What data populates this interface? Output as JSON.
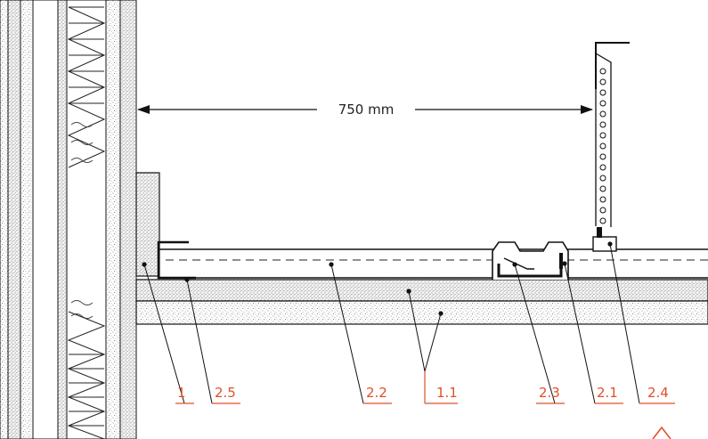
{
  "dimension": {
    "label": "750 mm"
  },
  "callouts": [
    {
      "id": "1",
      "label": "1"
    },
    {
      "id": "2.5",
      "label": "2.5"
    },
    {
      "id": "2.2",
      "label": "2.2"
    },
    {
      "id": "1.1",
      "label": "1.1"
    },
    {
      "id": "2.3",
      "label": "2.3"
    },
    {
      "id": "2.1",
      "label": "2.1"
    },
    {
      "id": "2.4",
      "label": "2.4"
    }
  ],
  "colors": {
    "callout": "#e0502a",
    "line": "#111111",
    "fill": "#ffffff",
    "stipple": "#9a9a9a"
  }
}
